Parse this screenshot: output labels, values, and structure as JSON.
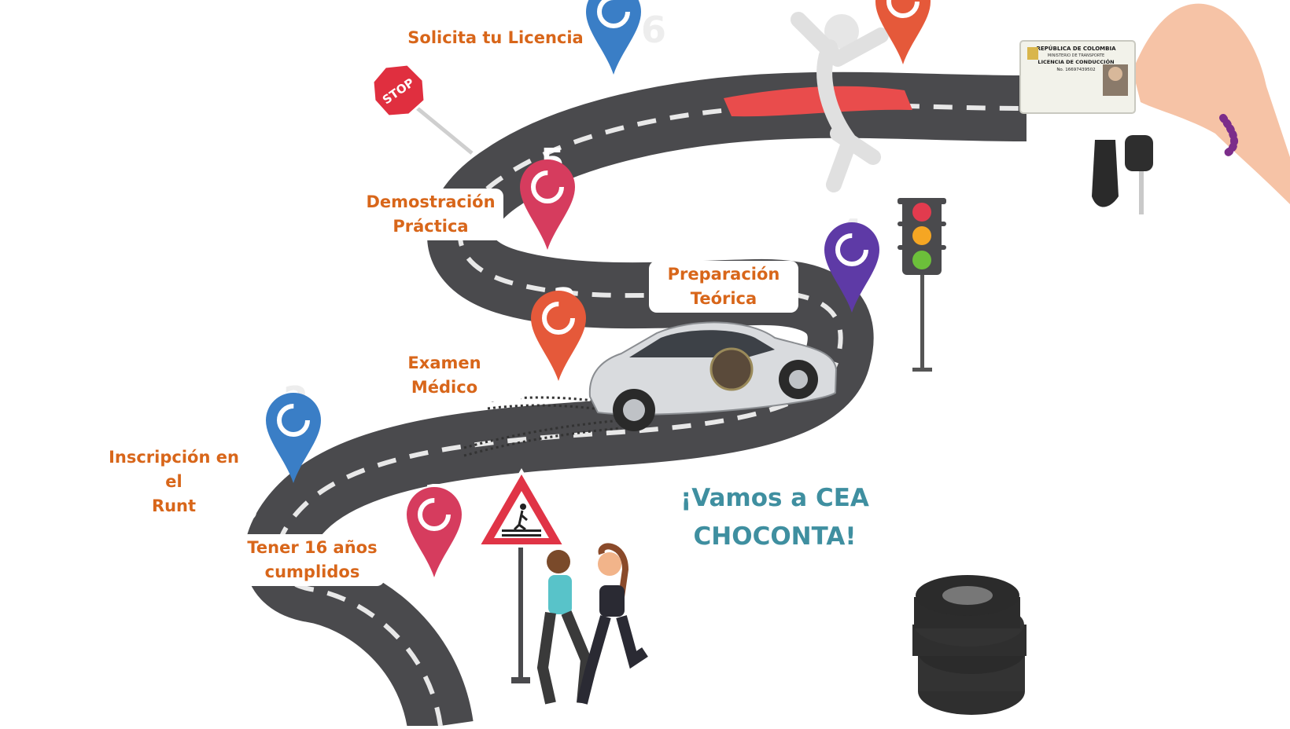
{
  "steps": [
    {
      "number": "1",
      "label": "Tener 16 años\ncumplidos",
      "pin_color": "#d63c5e",
      "icon": "map-pin-icon"
    },
    {
      "number": "2",
      "label": "Inscripción en el\nRunt",
      "pin_color": "#3a7ec6",
      "icon": "map-pin-icon"
    },
    {
      "number": "",
      "label": "Examen Médico",
      "pin_color": "#e5593a",
      "icon": "map-pin-icon"
    },
    {
      "number": "3",
      "label": "Preparación\nTeórica",
      "pin_color": "#5e3aa6",
      "icon": "map-pin-icon"
    },
    {
      "number": "4",
      "label": "Demostración\nPráctica",
      "pin_color": "#d63c5e",
      "icon": "map-pin-icon"
    },
    {
      "number": "5",
      "label": "Solicita tu Licencia",
      "pin_color": "#3a7ec6",
      "icon": "map-pin-icon"
    },
    {
      "number": "6",
      "label": "",
      "pin_color": "#e5593a",
      "icon": "map-pin-icon"
    }
  ],
  "slogan": "¡Vamos a CEA\nCHOCONTA!",
  "stop_sign_text": "STOP",
  "license_card": {
    "country": "REPÚBLICA DE COLOMBIA",
    "ministry": "MINISTERIO DE TRANSPORTE",
    "title": "LICENCIA DE CONDUCCIÓN",
    "number": "No. 16697439502"
  },
  "colors": {
    "road": "#4a4a4d",
    "road_marking": "#e8e8e8",
    "label_text": "#d8661a",
    "slogan_text": "#3f8fa0",
    "faded_number": "#ededed"
  },
  "icons": [
    "stop-sign-icon",
    "traffic-light-icon",
    "pedestrian-crossing-sign-icon",
    "car-icon",
    "tire-stack-icon",
    "runners-icon",
    "finish-line-runner-icon",
    "hand-holding-license-icon"
  ]
}
